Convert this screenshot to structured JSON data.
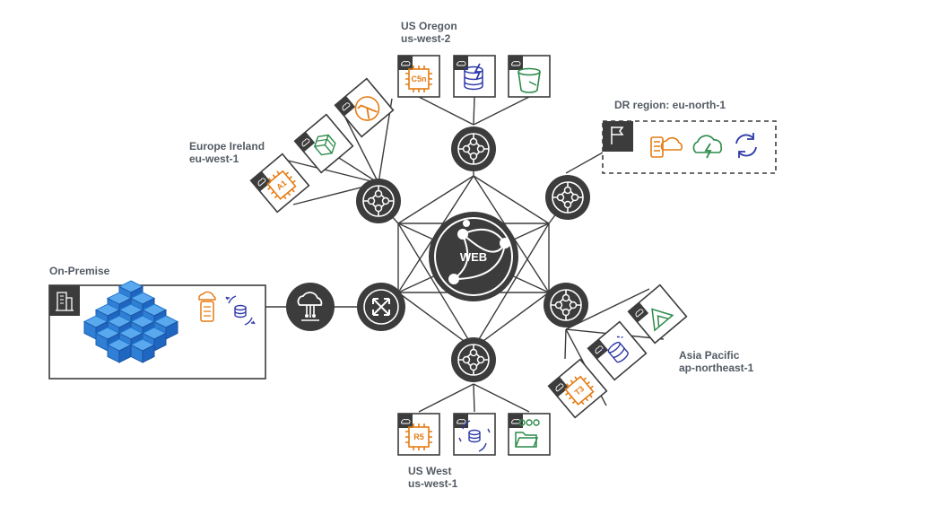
{
  "hub": {
    "label": "WEB"
  },
  "regions": {
    "us_oregon": {
      "name": "US Oregon",
      "code": "us-west-2",
      "services": [
        {
          "icon": "ec2-c5n-icon",
          "label": "C5n"
        },
        {
          "icon": "dynamodb-icon"
        },
        {
          "icon": "s3-bucket-icon"
        }
      ]
    },
    "eu_ireland": {
      "name": "Europe Ireland",
      "code": "eu-west-1",
      "services": [
        {
          "icon": "ec2-a1-icon",
          "label": "A1"
        },
        {
          "icon": "snowball-icon"
        },
        {
          "icon": "lambda-icon"
        }
      ]
    },
    "dr": {
      "name": "DR region: eu-north-1",
      "services": [
        {
          "icon": "flag-icon"
        },
        {
          "icon": "storage-gateway-icon"
        },
        {
          "icon": "cloud-lambda-icon"
        },
        {
          "icon": "sync-icon"
        }
      ]
    },
    "on_premise": {
      "name": "On-Premise",
      "services": [
        {
          "icon": "building-icon"
        },
        {
          "icon": "cubes-icon"
        },
        {
          "icon": "server-cloud-icon"
        },
        {
          "icon": "database-migration-icon"
        }
      ]
    },
    "asia_pacific": {
      "name": "Asia Pacific",
      "code": "ap-northeast-1",
      "services": [
        {
          "icon": "ec2-t3-icon",
          "label": "T3"
        },
        {
          "icon": "database-icon"
        },
        {
          "icon": "mountain-icon"
        }
      ]
    },
    "us_west": {
      "name": "US West",
      "code": "us-west-1",
      "services": [
        {
          "icon": "ec2-r5-icon",
          "label": "R5"
        },
        {
          "icon": "database-migration-icon"
        },
        {
          "icon": "efs-folder-icon"
        }
      ]
    }
  },
  "colors": {
    "dark": "#3c3c3c",
    "line": "#3c3c3c",
    "orange": "#e57b13",
    "green": "#2c8a4a",
    "navy": "#2e3aa8",
    "blue": "#1f78d1",
    "label": "#545b64"
  }
}
